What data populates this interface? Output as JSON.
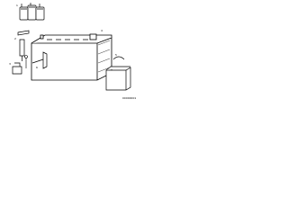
{
  "diagram": {
    "colors": {
      "ink": "#000000",
      "paper": "#ffffff"
    },
    "callouts": {
      "c1": "1",
      "c2": "2",
      "c3": "3",
      "c4": "4",
      "c5": "5",
      "c6": "6"
    },
    "reference_code": "00000001"
  }
}
